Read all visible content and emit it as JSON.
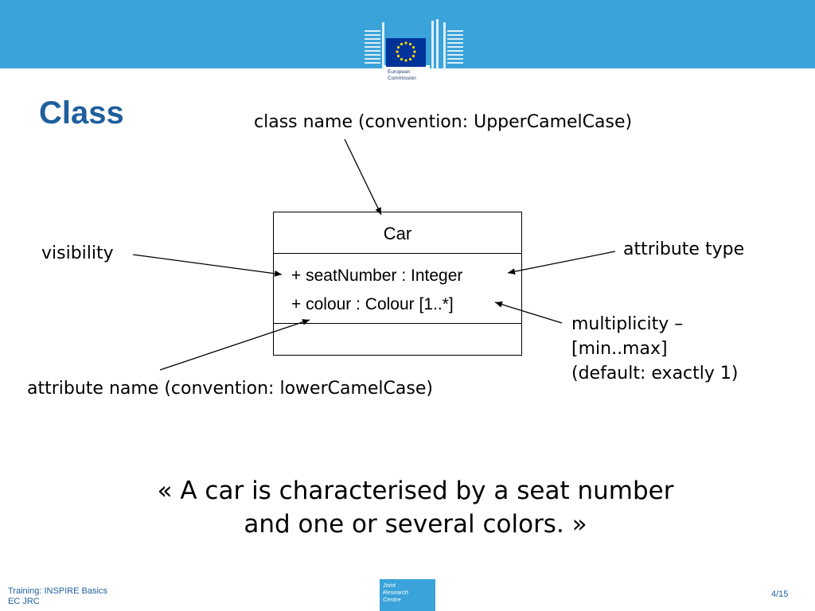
{
  "header": {
    "logo_text": "European\nCommission"
  },
  "slide": {
    "title": "Class"
  },
  "annotations": {
    "class_name": "class name (convention: UpperCamelCase)",
    "visibility": "visibility",
    "attribute_type": "attribute type",
    "multiplicity": [
      "multiplicity –",
      "[min..max]",
      "(default: exactly 1)"
    ],
    "attribute_name": "attribute name (convention: lowerCamelCase)"
  },
  "uml_class": {
    "name": "Car",
    "attributes": [
      "+ seatNumber : Integer",
      "+ colour : Colour [1..*]"
    ]
  },
  "quote": {
    "lines": [
      "« A car is characterised by a seat number",
      "and one or several colors. »"
    ]
  },
  "footer": {
    "left_lines": [
      "Training: INSPIRE Basics",
      "EC JRC"
    ],
    "jrc_logo_text": "Joint\nResearch\nCentre",
    "page": "4/15"
  },
  "colors": {
    "band": "#3aa3d9",
    "title": "#1f5f9e",
    "footer_text": "#1f5f9e",
    "eu_flag": "#003399",
    "eu_stars": "#ffdd00"
  }
}
